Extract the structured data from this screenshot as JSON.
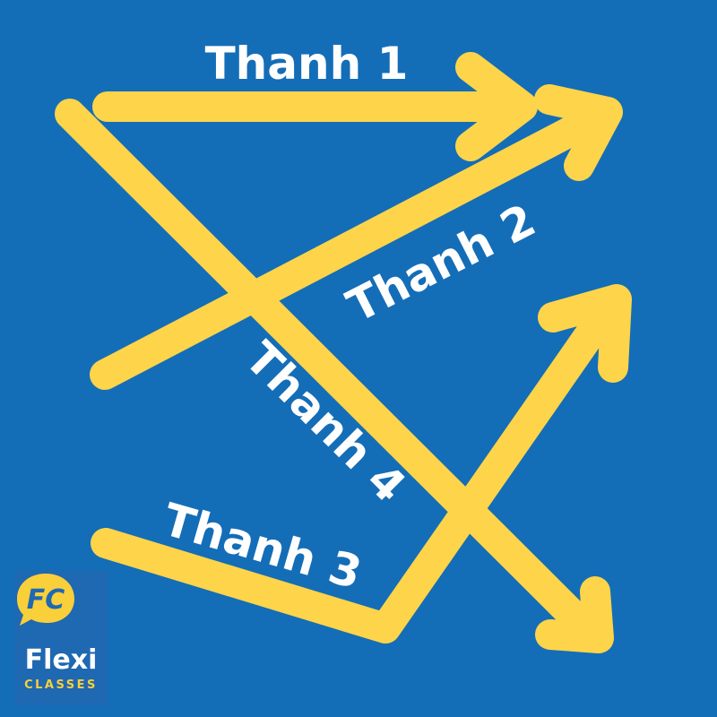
{
  "colors": {
    "background": "#146db7",
    "arrow": "#fdd44a",
    "label": "#ffffff",
    "logo_yellow": "#f9cf3a"
  },
  "labels": {
    "thanh1": "Thanh 1",
    "thanh2": "Thanh 2",
    "thanh3": "Thanh 3",
    "thanh4": "Thanh 4"
  },
  "logo": {
    "monogram": "FC",
    "name": "Flexi",
    "subtitle": "CLASSES"
  }
}
